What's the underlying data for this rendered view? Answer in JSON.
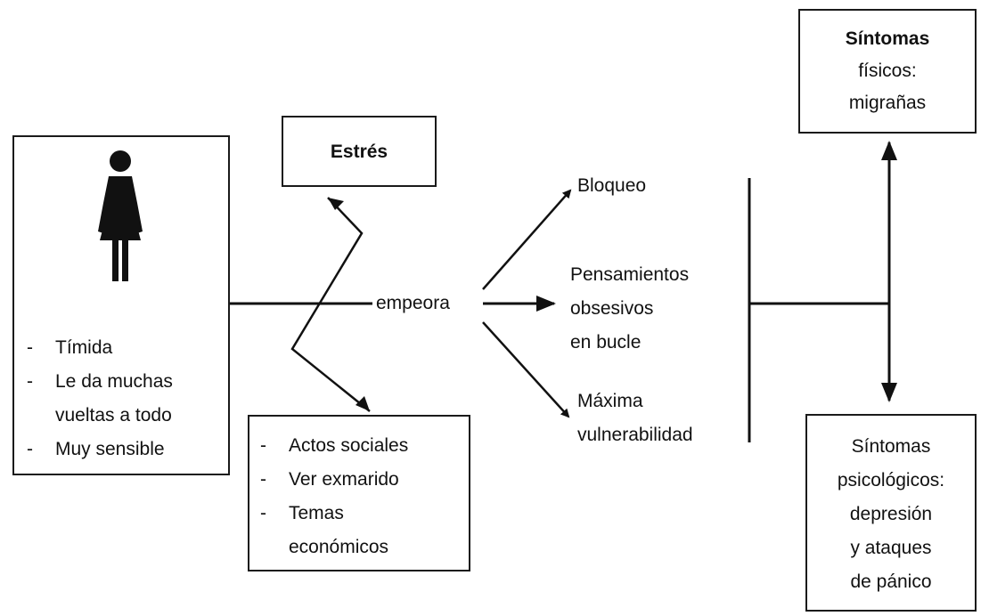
{
  "person": {
    "icon": "woman-icon",
    "traits": [
      {
        "dash": "-",
        "text": "Tímida"
      },
      {
        "dash": "-",
        "text": "Le da muchas"
      },
      {
        "dash": "",
        "text": "vueltas a todo"
      },
      {
        "dash": "-",
        "text": "Muy sensible"
      }
    ]
  },
  "stress": {
    "label": "Estrés"
  },
  "triggers": [
    {
      "dash": "-",
      "text": "Actos sociales"
    },
    {
      "dash": "-",
      "text": "Ver exmarido"
    },
    {
      "dash": "-",
      "text": "Temas"
    },
    {
      "dash": "",
      "text": "económicos"
    }
  ],
  "connector": {
    "label": "empeora"
  },
  "effects": {
    "block": "Bloqueo",
    "thoughts": [
      "Pensamientos",
      "obsesivos",
      "en bucle"
    ],
    "vulnerability": [
      "Máxima",
      "vulnerabilidad"
    ]
  },
  "physical": {
    "lines": [
      "Síntomas",
      "físicos:",
      "migrañas"
    ]
  },
  "psychological": {
    "lines": [
      "Síntomas",
      "psicológicos:",
      "depresión",
      "y ataques",
      "de pánico"
    ]
  }
}
